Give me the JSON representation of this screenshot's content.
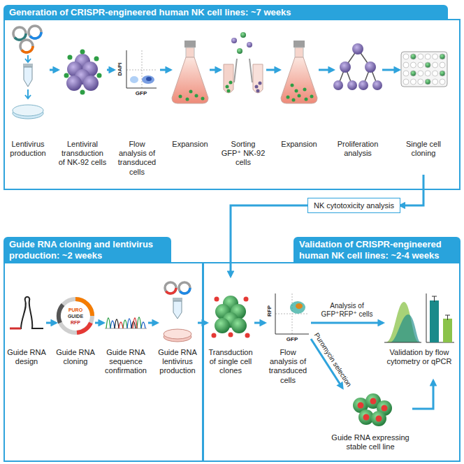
{
  "diagram": {
    "nodes": [
      {
        "text": [
          "Generation of CRISPR-engineered human NK cell lines: ~7 weeks"
        ]
      },
      {
        "text": [
          "Lentivirus production"
        ],
        "in": 0
      },
      {
        "text": [
          "Lentiviral transduction of NK-92 cells"
        ],
        "in": 0
      },
      {
        "text": [
          "Flow analysis of transduced cells"
        ],
        "in": 0
      },
      {
        "text": [
          "Expansion"
        ],
        "in": 0
      },
      {
        "text": [
          "Sorting GFP⁺ NK-92 cells"
        ],
        "in": 0
      },
      {
        "text": [
          "Expansion"
        ],
        "in": 0
      },
      {
        "text": [
          "Proliferation analysis"
        ],
        "in": 0
      },
      {
        "text": [
          "Single cell cloning"
        ],
        "in": 0
      },
      {
        "text": [
          "NK cytotoxicity analysis"
        ]
      },
      {
        "text": [
          "Guide RNA cloning and lentivirus production: ~2 weeks"
        ]
      },
      {
        "text": [
          "Guide RNA design"
        ],
        "in": 10
      },
      {
        "text": [
          "Guide RNA cloning"
        ],
        "in": 10
      },
      {
        "text": [
          "Guide RNA sequence confirmation"
        ],
        "in": 10
      },
      {
        "text": [
          "Guide RNA lentivirus production"
        ],
        "in": 10
      },
      {
        "text": [
          "Validation of CRISPR-engineered human NK cell lines: ~2-4 weeks"
        ]
      },
      {
        "text": [
          "Transduction of single cell clones"
        ],
        "in": 15
      },
      {
        "text": [
          "Flow analysis of transduced cells"
        ],
        "in": 15
      },
      {
        "text": [
          "Validation by flow cytometry or qPCR"
        ],
        "in": 15
      },
      {
        "text": [
          "Guide RNA expressing stable cell line"
        ],
        "in": 15
      }
    ],
    "edges": [
      {
        "from": 1,
        "to": 2,
        "arrow": "to"
      },
      {
        "from": 2,
        "to": 3,
        "arrow": "to"
      },
      {
        "from": 3,
        "to": 4,
        "arrow": "to"
      },
      {
        "from": 4,
        "to": 5,
        "arrow": "to"
      },
      {
        "from": 5,
        "to": 6,
        "arrow": "to"
      },
      {
        "from": 6,
        "to": 7,
        "arrow": "to"
      },
      {
        "from": 7,
        "to": 8,
        "arrow": "to"
      },
      {
        "from": 8,
        "to": 9,
        "arrow": "to"
      },
      {
        "from": 9,
        "to": 16,
        "arrow": "to"
      },
      {
        "from": 11,
        "to": 12,
        "arrow": "to"
      },
      {
        "from": 12,
        "to": 13,
        "arrow": "to"
      },
      {
        "from": 13,
        "to": 14,
        "arrow": "to"
      },
      {
        "from": 14,
        "to": 16,
        "arrow": "to"
      },
      {
        "from": 16,
        "to": 17,
        "arrow": "to"
      },
      {
        "from": 17,
        "to": 18,
        "label": "Analysis of GFP⁺RFP⁺ cells",
        "arrow": "to"
      },
      {
        "from": 17,
        "to": 19,
        "label": "Puromycin selection",
        "arrow": "to"
      },
      {
        "from": 19,
        "to": 18,
        "arrow": "to"
      }
    ],
    "labels": [
      "DAPI",
      "GFP",
      "PURO",
      "GUIDE",
      "RFP",
      "RFP",
      "GFP"
    ]
  }
}
